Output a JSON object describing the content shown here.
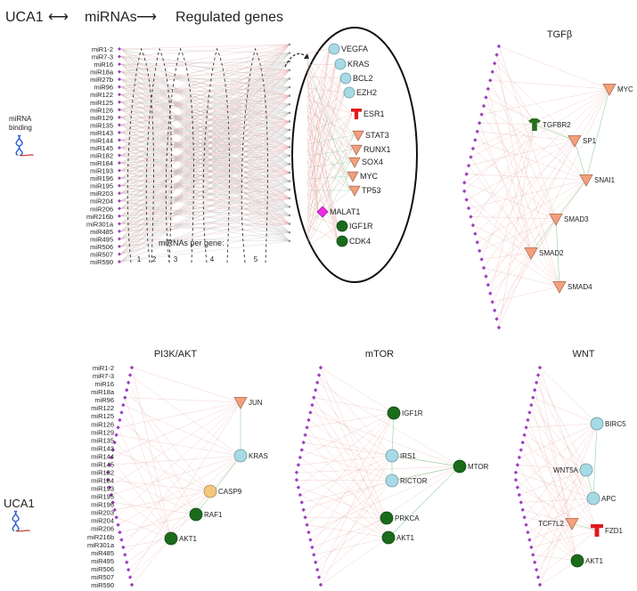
{
  "header": {
    "uca1": "UCA1",
    "mirnas": "miRNAs",
    "regulated": "Regulated genes",
    "arrow_double": "⟷",
    "arrow_right": "⟶"
  },
  "binding_label": [
    "miRNA",
    "binding"
  ],
  "overview": {
    "mirnas": [
      "miR1-2",
      "miR7-3",
      "miR16",
      "miR18a",
      "miR27b",
      "miR96",
      "miR122",
      "miR125",
      "miR126",
      "miR129",
      "miR135",
      "miR143",
      "miR144",
      "miR145",
      "miR182",
      "miR184",
      "miR193",
      "miR196",
      "miR195",
      "miR203",
      "miR204",
      "miR206",
      "miR216b",
      "miR301a",
      "miR485",
      "miR495",
      "miR506",
      "miR507",
      "miR590"
    ],
    "per_gene_label": "miRNAs per gene:",
    "per_gene_numbers": [
      "1",
      "2",
      "3",
      "4",
      "5"
    ]
  },
  "oval_genes": [
    {
      "label": "VEGFA",
      "shape": "circle",
      "color": "#a6dae6"
    },
    {
      "label": "KRAS",
      "shape": "circle",
      "color": "#a6dae6"
    },
    {
      "label": "BCL2",
      "shape": "circle",
      "color": "#a6dae6"
    },
    {
      "label": "EZH2",
      "shape": "circle",
      "color": "#a6dae6"
    },
    {
      "label": "ESR1",
      "shape": "tbar",
      "color": "#e0191b"
    },
    {
      "label": "STAT3",
      "shape": "triangle",
      "color": "#f4a07c"
    },
    {
      "label": "RUNX1",
      "shape": "triangle",
      "color": "#f4a07c"
    },
    {
      "label": "SOX4",
      "shape": "triangle",
      "color": "#f4a07c"
    },
    {
      "label": "MYC",
      "shape": "triangle",
      "color": "#f4a07c"
    },
    {
      "label": "TP53",
      "shape": "triangle",
      "color": "#f4a07c"
    },
    {
      "label": "MALAT1",
      "shape": "diamond",
      "color": "#ee2ce6"
    },
    {
      "label": "IGF1R",
      "shape": "circle",
      "color": "#1a6b1a"
    },
    {
      "label": "CDK4",
      "shape": "circle",
      "color": "#1a6b1a"
    }
  ],
  "panels": {
    "tgfb": {
      "title": "TGFβ",
      "nodes": [
        {
          "label": "MYC",
          "shape": "triangle",
          "color": "#f4a07c"
        },
        {
          "label": "TGFBR2",
          "shape": "tee",
          "color": "#2a6f1e"
        },
        {
          "label": "SP1",
          "shape": "triangle",
          "color": "#f4a07c"
        },
        {
          "label": "SNAI1",
          "shape": "triangle",
          "color": "#f4a07c"
        },
        {
          "label": "SMAD3",
          "shape": "triangle",
          "color": "#f4a07c"
        },
        {
          "label": "SMAD2",
          "shape": "triangle",
          "color": "#f4a07c"
        },
        {
          "label": "SMAD4",
          "shape": "triangle",
          "color": "#f4a07c"
        }
      ]
    },
    "pi3k": {
      "title": "PI3K/AKT",
      "uca1": "UCA1",
      "mirnas": [
        "miR1-2",
        "miR7-3",
        "miR16",
        "miR18a",
        "miR96",
        "miR122",
        "miR125",
        "miR126",
        "miR129",
        "miR135",
        "miR143",
        "miR144",
        "miR145",
        "miR182",
        "miR184",
        "miR193",
        "miR195",
        "miR196",
        "miR203",
        "miR204",
        "miR206",
        "miR216b",
        "miR301a",
        "miR485",
        "miR495",
        "miR506",
        "miR507",
        "miR590"
      ],
      "nodes": [
        {
          "label": "JUN",
          "shape": "triangle",
          "color": "#f4a07c"
        },
        {
          "label": "KRAS",
          "shape": "circle",
          "color": "#a6dae6"
        },
        {
          "label": "RAF1",
          "shape": "circle",
          "color": "#1a6b1a"
        },
        {
          "label": "CASP9",
          "shape": "circle",
          "color": "#f4c77c"
        },
        {
          "label": "AKT1",
          "shape": "circle",
          "color": "#1a6b1a"
        }
      ]
    },
    "mtor": {
      "title": "mTOR",
      "nodes": [
        {
          "label": "IGF1R",
          "shape": "circle",
          "color": "#1a6b1a"
        },
        {
          "label": "IRS1",
          "shape": "circle",
          "color": "#a6dae6"
        },
        {
          "label": "MTOR",
          "shape": "circle",
          "color": "#1a6b1a"
        },
        {
          "label": "RICTOR",
          "shape": "circle",
          "color": "#a6dae6"
        },
        {
          "label": "PRKCA",
          "shape": "circle",
          "color": "#1a6b1a"
        },
        {
          "label": "AKT1",
          "shape": "circle",
          "color": "#1a6b1a"
        }
      ]
    },
    "wnt": {
      "title": "WNT",
      "nodes": [
        {
          "label": "BIRC5",
          "shape": "circle",
          "color": "#a6dae6"
        },
        {
          "label": "WNT5A",
          "shape": "circle",
          "color": "#a6dae6"
        },
        {
          "label": "APC",
          "shape": "circle",
          "color": "#a6dae6"
        },
        {
          "label": "TCF7L2",
          "shape": "triangle",
          "color": "#f4a07c"
        },
        {
          "label": "FZD1",
          "shape": "tbar",
          "color": "#e0191b"
        },
        {
          "label": "AKT1",
          "shape": "circle",
          "color": "#1a6b1a"
        }
      ]
    }
  },
  "colors": {
    "mirna_diamond": "#9b3fbf",
    "edge_red": "#e6a0a0",
    "edge_green": "#7cc48a",
    "edge_gray": "#b0b0b0",
    "dna_blue": "#2a5fd0"
  }
}
